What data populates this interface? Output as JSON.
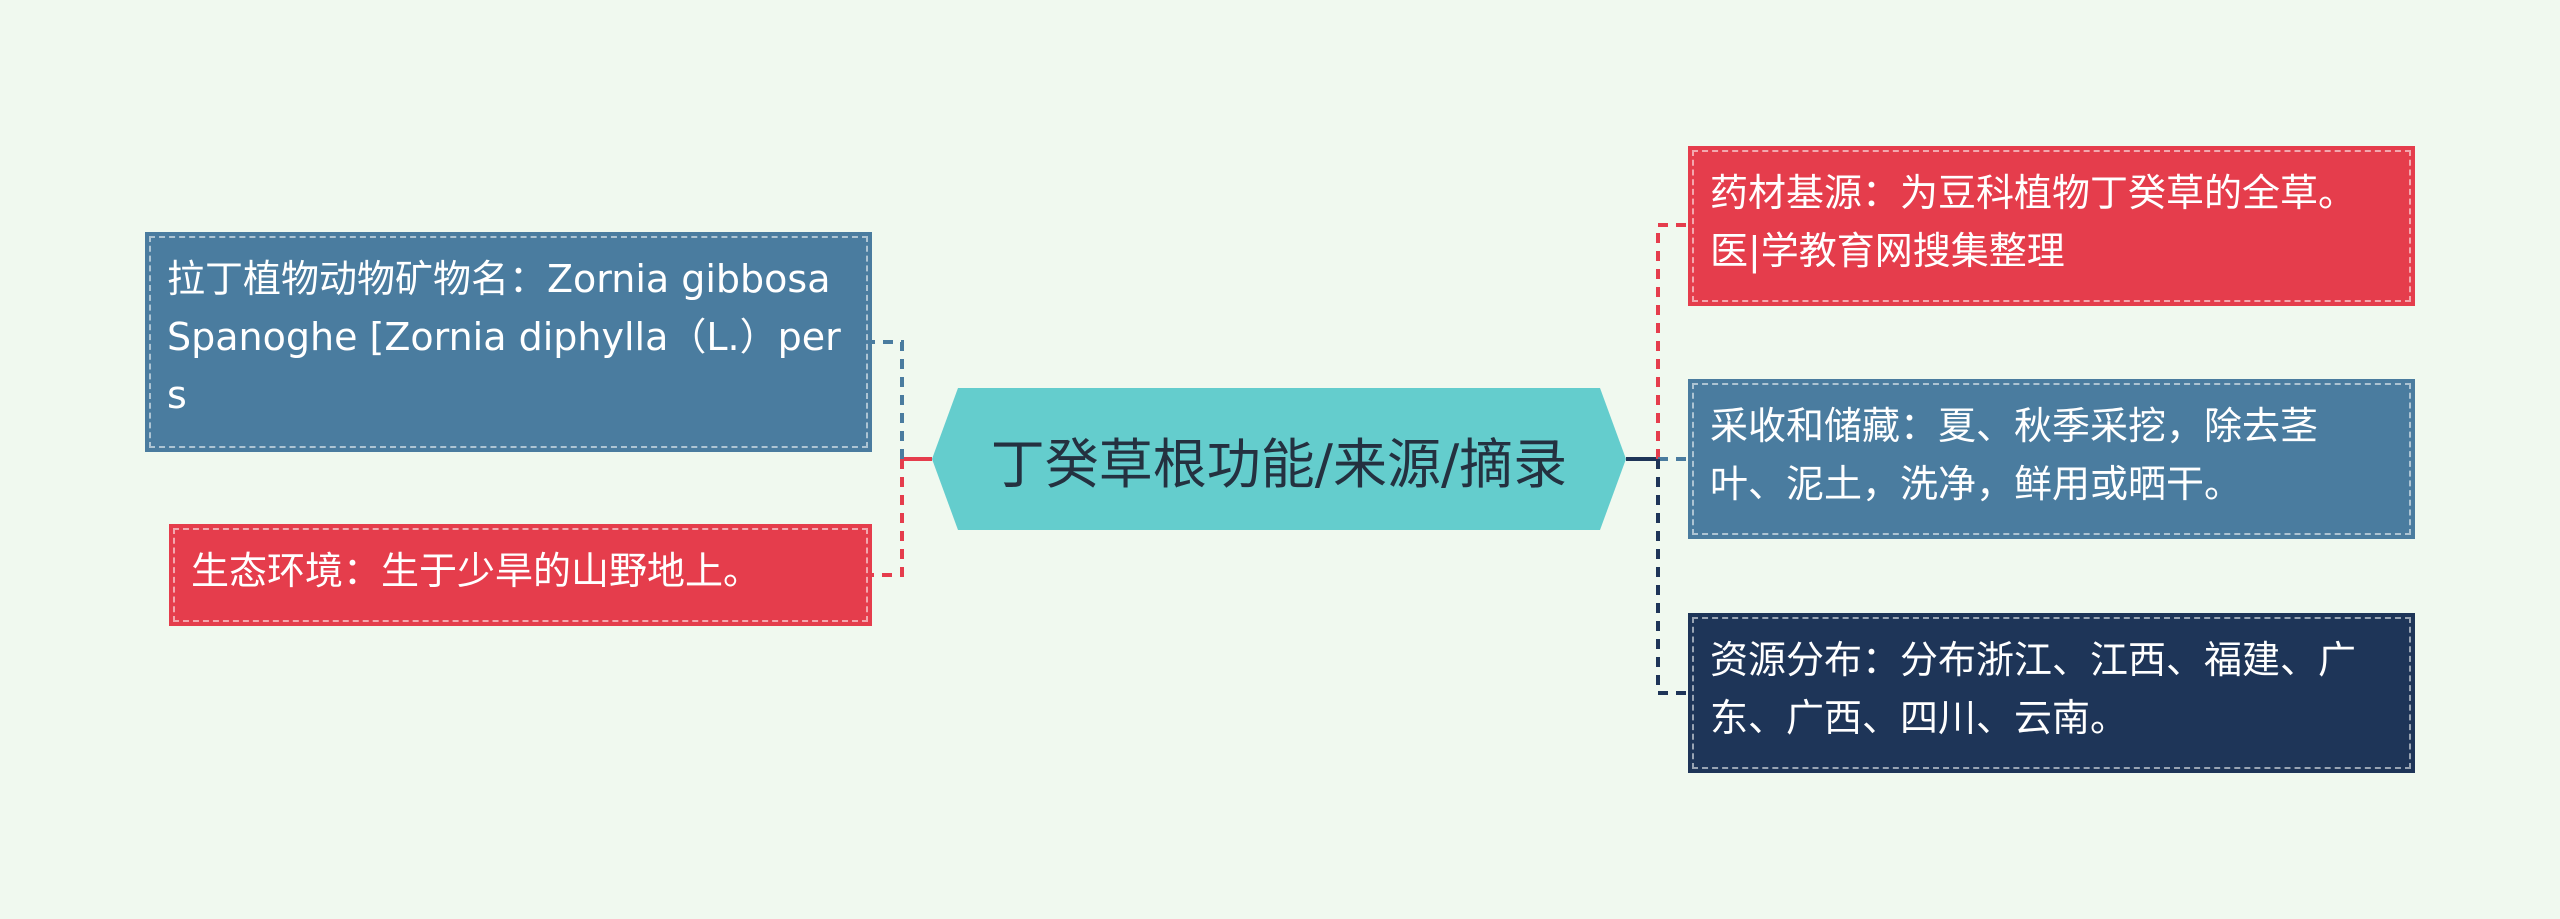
{
  "center": {
    "title": "丁癸草根功能/来源/摘录"
  },
  "left_nodes": [
    {
      "text": "拉丁植物动物矿物名：Zornia gibbosa Spanoghe [Zornia diphylla（L.）pers",
      "color": "#4a7c9f"
    },
    {
      "text": "生态环境：生于少旱的山野地上。",
      "color": "#e53d4c"
    }
  ],
  "right_nodes": [
    {
      "text": "药材基源：为豆科植物丁癸草的全草。医|学教育网搜集整理",
      "color": "#e53d4c"
    },
    {
      "text": "采收和储藏：夏、秋季采挖，除去茎叶、泥土，洗净，鲜用或晒干。",
      "color": "#4a7c9f"
    },
    {
      "text": "资源分布：分布浙江、江西、福建、广东、广西、四川、云南。",
      "color": "#1e3558"
    }
  ],
  "colors": {
    "background": "#f0f9ef",
    "center": "#64cdcd",
    "center_text": "#243140"
  }
}
